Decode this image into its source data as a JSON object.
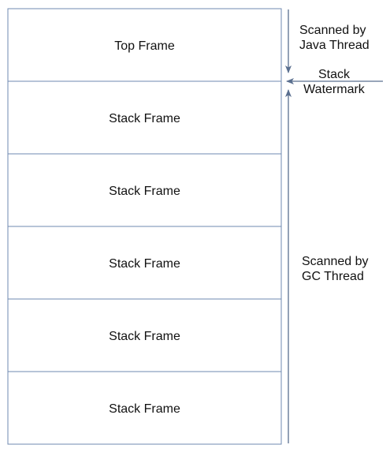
{
  "frames": [
    {
      "label": "Top Frame"
    },
    {
      "label": "Stack Frame"
    },
    {
      "label": "Stack Frame"
    },
    {
      "label": "Stack Frame"
    },
    {
      "label": "Stack Frame"
    },
    {
      "label": "Stack Frame"
    }
  ],
  "annotations": {
    "java_scan": {
      "line1": "Scanned by",
      "line2": "Java Thread"
    },
    "watermark": {
      "line1": "Stack",
      "line2": "Watermark"
    },
    "gc_scan": {
      "line1": "Scanned by",
      "line2": "GC Thread"
    }
  },
  "colors": {
    "frame_border": "#6f8ab0",
    "arrow": "#5a6f8f",
    "text": "#111111"
  }
}
